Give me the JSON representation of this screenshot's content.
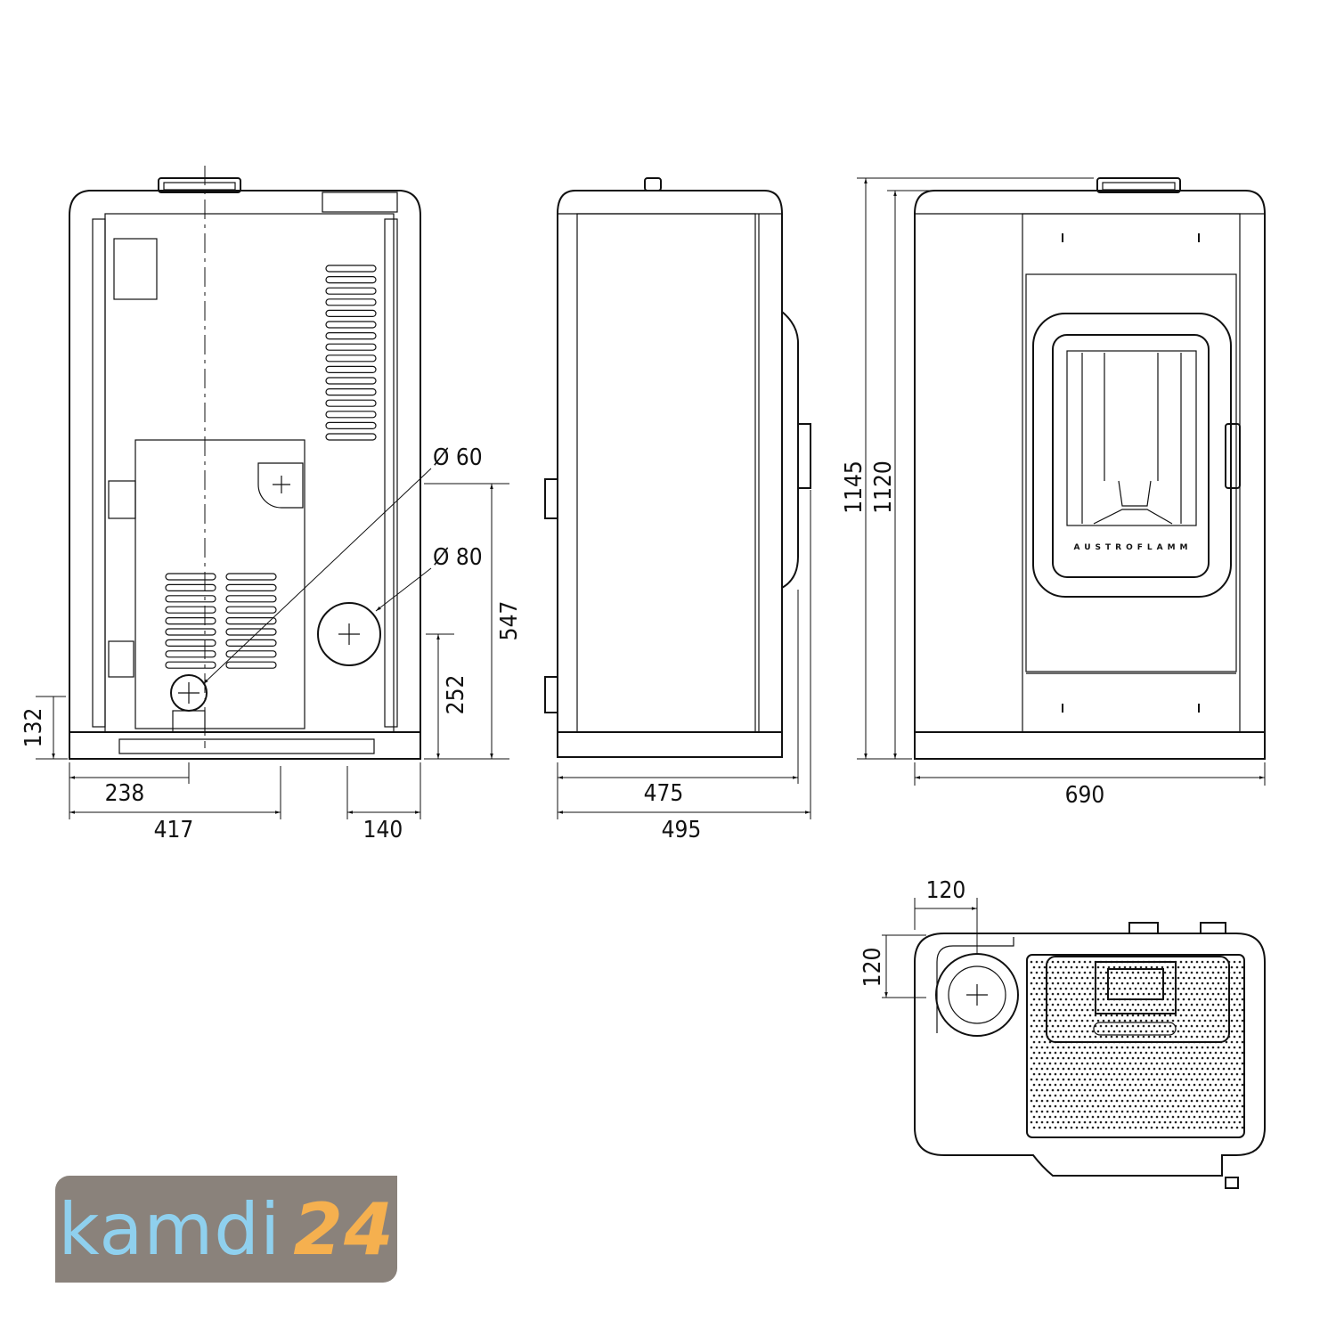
{
  "rear_view": {
    "dims": {
      "h132": "132",
      "w238": "238",
      "w417": "417",
      "w140": "140",
      "h252": "252",
      "h547": "547",
      "d60": "Ø 60",
      "d80": "Ø 80"
    }
  },
  "side_view": {
    "dims": {
      "w475": "475",
      "w495": "495"
    }
  },
  "front_view": {
    "brand": "AUSTROFLAMM",
    "dims": {
      "h1145": "1145",
      "h1120": "1120",
      "w690": "690"
    }
  },
  "top_view": {
    "dims": {
      "x120": "120",
      "y120": "120"
    }
  },
  "logo": {
    "text_a": "kamdi",
    "text_b": "24",
    "colors": {
      "bg": "#8a827b",
      "a": "#8fd0ee",
      "b": "#f5b04f"
    }
  }
}
